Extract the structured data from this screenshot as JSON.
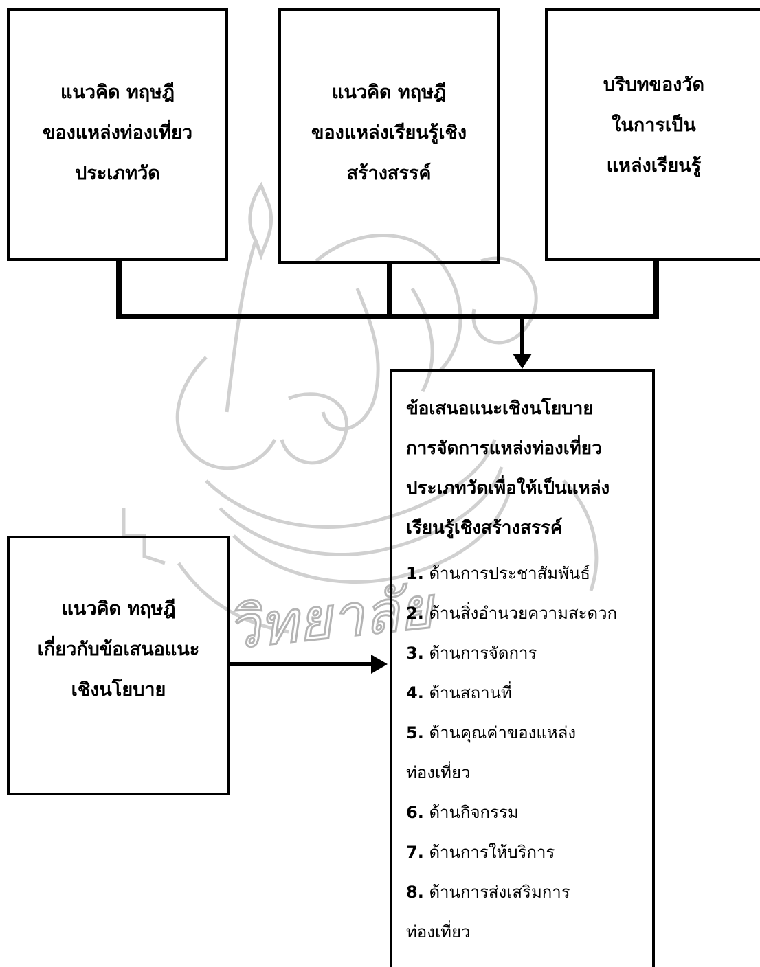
{
  "diagram": {
    "boxes": [
      {
        "id": "tourism-theory",
        "lines": [
          "แนวคิด ทฤษฎี",
          "ของแหล่งท่องเที่ยว",
          "ประเภทวัด"
        ]
      },
      {
        "id": "creative-learning-theory",
        "lines": [
          "แนวคิด ทฤษฎี",
          "ของแหล่งเรียนรู้เชิง",
          "สร้างสรรค์"
        ]
      },
      {
        "id": "temple-context",
        "lines": [
          "บริบทของวัด",
          "ในการเป็น",
          "แหล่งเรียนรู้"
        ]
      },
      {
        "id": "policy-theory",
        "lines": [
          "แนวคิด ทฤษฎี",
          "เกี่ยวกับข้อเสนอแนะ",
          "เชิงนโยบาย"
        ]
      }
    ],
    "result": {
      "heading": [
        "ข้อเสนอแนะเชิงนโยบาย",
        "การจัดการแหล่งท่องเที่ยว",
        "ประเภทวัดเพื่อให้เป็นแหล่ง",
        "เรียนรู้เชิงสร้างสรรค์"
      ],
      "items": [
        {
          "num": "1.",
          "lines": [
            "ด้านการประชาสัมพันธ์"
          ]
        },
        {
          "num": "2.",
          "lines": [
            "ด้านสิ่งอำนวยความสะดวก"
          ]
        },
        {
          "num": "3.",
          "lines": [
            "ด้านการจัดการ"
          ]
        },
        {
          "num": "4.",
          "lines": [
            "ด้านสถานที่"
          ]
        },
        {
          "num": "5.",
          "lines": [
            "ด้านคุณค่าของแหล่ง",
            "ท่องเที่ยว"
          ]
        },
        {
          "num": "6.",
          "lines": [
            "ด้านกิจกรรม"
          ]
        },
        {
          "num": "7.",
          "lines": [
            "ด้านการให้บริการ"
          ]
        },
        {
          "num": "8.",
          "lines": [
            "ด้านการส่งเสริมการ",
            "ท่องเที่ยว"
          ]
        }
      ]
    },
    "watermark": {
      "text": "วิทยาลัย",
      "color": "#b4b4b4"
    }
  }
}
